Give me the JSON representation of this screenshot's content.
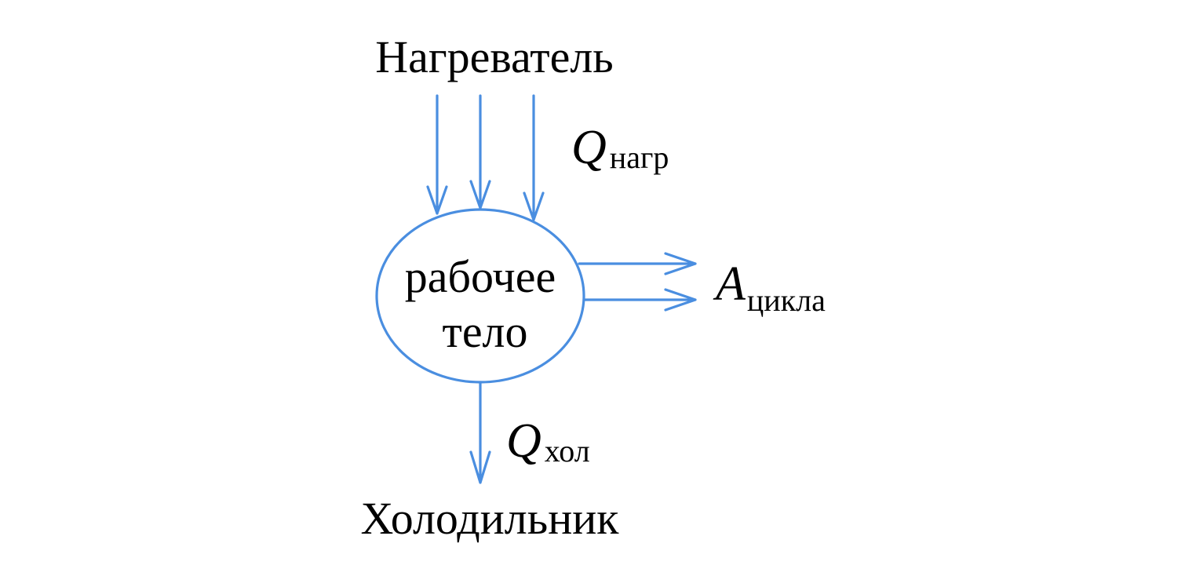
{
  "heater": {
    "label": "Нагреватель"
  },
  "cooler": {
    "label": "Холодильник"
  },
  "working_body": {
    "line1": "рабочее",
    "line2": "тело"
  },
  "heat_in": {
    "symbol": "Q",
    "subscript": "нагр"
  },
  "heat_out": {
    "symbol": "Q",
    "subscript": "хол"
  },
  "work": {
    "symbol": "A",
    "subscript": "цикла"
  },
  "colors": {
    "arrow": "#4a8ee0",
    "text": "#000000"
  }
}
